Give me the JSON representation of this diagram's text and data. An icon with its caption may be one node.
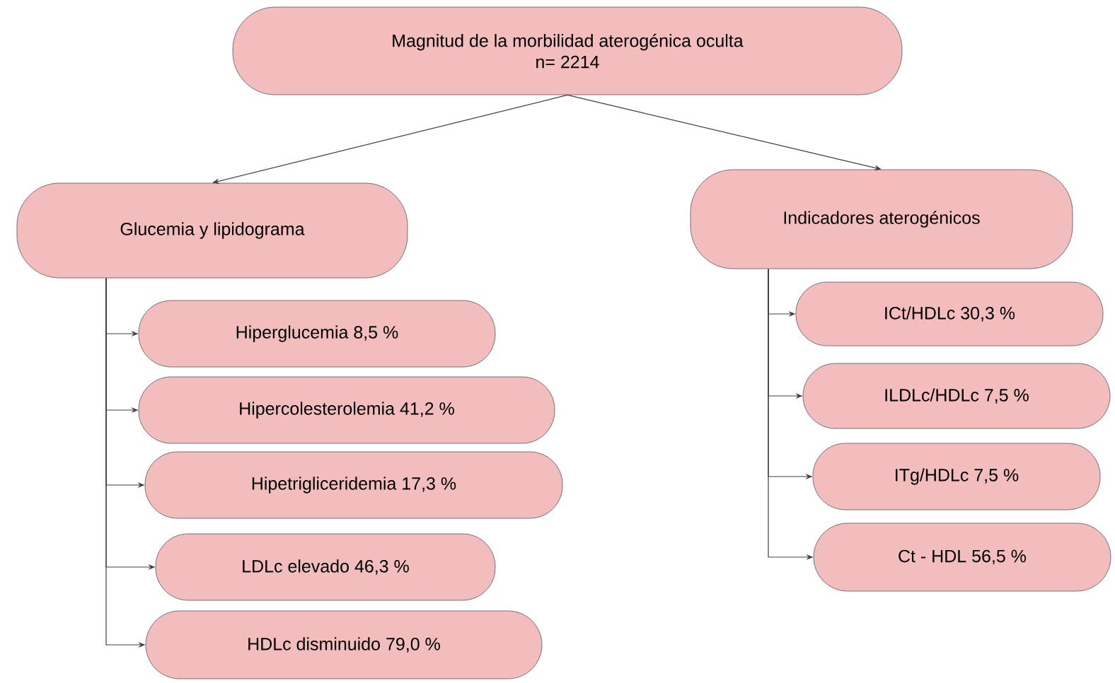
{
  "diagram": {
    "nodes": [
      {
        "text": [
          "Magnitud de la morbilidad aterogénica oculta",
          "n= 2214"
        ]
      },
      {
        "text": [
          "Glucemia y lipidograma"
        ]
      },
      {
        "text": [
          "Indicadores aterogénicos"
        ]
      },
      {
        "text": [
          "Hiperglucemia 8,5 %"
        ]
      },
      {
        "text": [
          "Hipercolesterolemia 41,2 %"
        ]
      },
      {
        "text": [
          "Hipetrigliceridemia 17,3 %"
        ]
      },
      {
        "text": [
          "LDLc elevado 46,3 %"
        ]
      },
      {
        "text": [
          "HDLc disminuido 79,0 %"
        ]
      },
      {
        "text": [
          "ICt/HDLc 30,3 %"
        ]
      },
      {
        "text": [
          "ILDLc/HDLc 7,5 %"
        ]
      },
      {
        "text": [
          "ITg/HDLc 7,5 %"
        ]
      },
      {
        "text": [
          "Ct - HDL 56,5 %"
        ]
      }
    ],
    "edges": [
      {
        "from": 0,
        "to": 1,
        "arrow": "to"
      },
      {
        "from": 0,
        "to": 2,
        "arrow": "to"
      },
      {
        "from": 1,
        "to": 3,
        "arrow": "to"
      },
      {
        "from": 1,
        "to": 4,
        "arrow": "to"
      },
      {
        "from": 1,
        "to": 5,
        "arrow": "to"
      },
      {
        "from": 1,
        "to": 6,
        "arrow": "to"
      },
      {
        "from": 1,
        "to": 7,
        "arrow": "to"
      },
      {
        "from": 2,
        "to": 8,
        "arrow": "to"
      },
      {
        "from": 2,
        "to": 9,
        "arrow": "to"
      },
      {
        "from": 2,
        "to": 10,
        "arrow": "to"
      },
      {
        "from": 2,
        "to": 11,
        "arrow": "to"
      }
    ]
  }
}
